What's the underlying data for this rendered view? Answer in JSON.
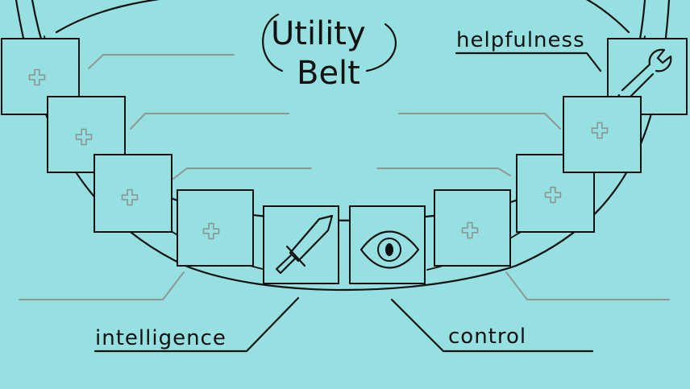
{
  "title": {
    "line1": "Utility",
    "line2": "Belt"
  },
  "labels": {
    "top_right": "helpfulness",
    "bottom_left": "intelligence",
    "bottom_right": "control"
  },
  "slots": [
    {
      "icon": "plus-icon",
      "filled": false
    },
    {
      "icon": "plus-icon",
      "filled": false
    },
    {
      "icon": "plus-icon",
      "filled": false
    },
    {
      "icon": "plus-icon",
      "filled": false
    },
    {
      "icon": "sword-icon",
      "filled": true
    },
    {
      "icon": "eye-icon",
      "filled": true
    },
    {
      "icon": "plus-icon",
      "filled": false
    },
    {
      "icon": "plus-icon",
      "filled": false
    },
    {
      "icon": "plus-icon",
      "filled": false
    },
    {
      "icon": "wrench-icon",
      "filled": true
    }
  ],
  "colors": {
    "background": "#97e0e2",
    "ink": "#111111",
    "placeholder_line": "#8e9696"
  }
}
